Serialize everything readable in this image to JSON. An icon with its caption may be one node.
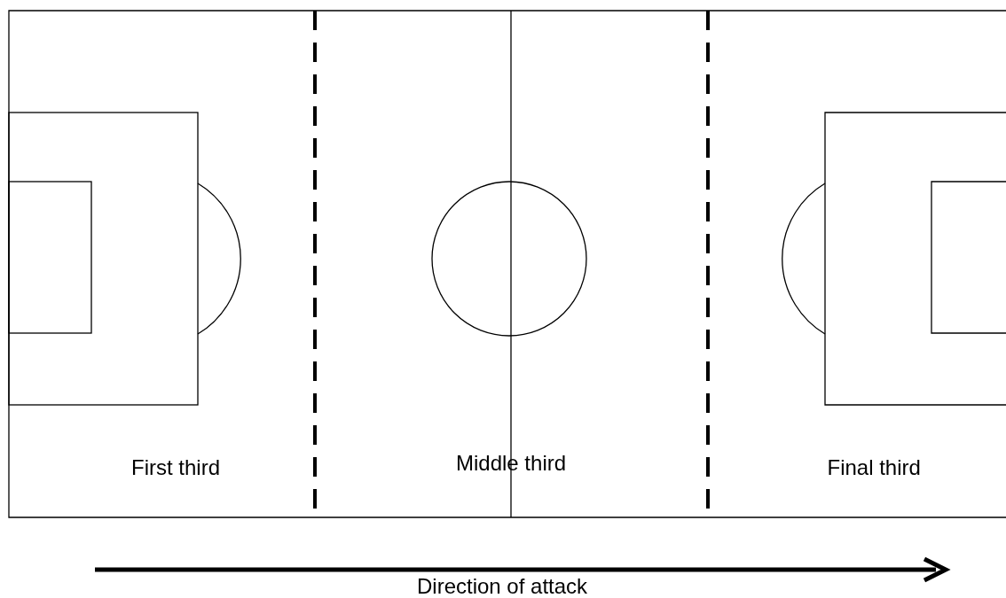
{
  "diagram": {
    "labels": [
      "First third",
      "Middle third",
      "Final third",
      "Direction of attack"
    ]
  }
}
